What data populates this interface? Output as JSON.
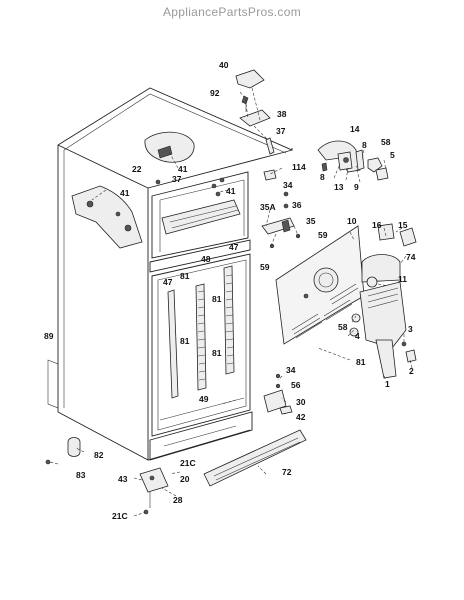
{
  "watermark": "AppliancePartsPros.com",
  "labels": [
    {
      "id": "40",
      "text": "40"
    },
    {
      "id": "92",
      "text": "92"
    },
    {
      "id": "38",
      "text": "38"
    },
    {
      "id": "37a",
      "text": "37"
    },
    {
      "id": "14",
      "text": "14"
    },
    {
      "id": "58a",
      "text": "58"
    },
    {
      "id": "8a",
      "text": "8"
    },
    {
      "id": "5",
      "text": "5"
    },
    {
      "id": "8b",
      "text": "8"
    },
    {
      "id": "13",
      "text": "13"
    },
    {
      "id": "9",
      "text": "9"
    },
    {
      "id": "41a",
      "text": "41"
    },
    {
      "id": "22",
      "text": "22"
    },
    {
      "id": "37b",
      "text": "37"
    },
    {
      "id": "114",
      "text": "114"
    },
    {
      "id": "41b",
      "text": "41"
    },
    {
      "id": "41c",
      "text": "41"
    },
    {
      "id": "34a",
      "text": "34"
    },
    {
      "id": "36",
      "text": "36"
    },
    {
      "id": "35A",
      "text": "35A"
    },
    {
      "id": "35",
      "text": "35"
    },
    {
      "id": "10",
      "text": "10"
    },
    {
      "id": "15",
      "text": "15"
    },
    {
      "id": "16",
      "text": "16"
    },
    {
      "id": "59a",
      "text": "59"
    },
    {
      "id": "59b",
      "text": "59"
    },
    {
      "id": "74",
      "text": "74"
    },
    {
      "id": "47a",
      "text": "47"
    },
    {
      "id": "48",
      "text": "48"
    },
    {
      "id": "81a",
      "text": "81"
    },
    {
      "id": "47b",
      "text": "47"
    },
    {
      "id": "11",
      "text": "11"
    },
    {
      "id": "81b",
      "text": "81"
    },
    {
      "id": "58b",
      "text": "58"
    },
    {
      "id": "3",
      "text": "3"
    },
    {
      "id": "4",
      "text": "4"
    },
    {
      "id": "89",
      "text": "89"
    },
    {
      "id": "81c",
      "text": "81"
    },
    {
      "id": "81d",
      "text": "81"
    },
    {
      "id": "81e",
      "text": "81"
    },
    {
      "id": "2",
      "text": "2"
    },
    {
      "id": "1",
      "text": "1"
    },
    {
      "id": "34b",
      "text": "34"
    },
    {
      "id": "56",
      "text": "56"
    },
    {
      "id": "49",
      "text": "49"
    },
    {
      "id": "30",
      "text": "30"
    },
    {
      "id": "42",
      "text": "42"
    },
    {
      "id": "82",
      "text": "82"
    },
    {
      "id": "83",
      "text": "83"
    },
    {
      "id": "21Ca",
      "text": "21C"
    },
    {
      "id": "72",
      "text": "72"
    },
    {
      "id": "43",
      "text": "43"
    },
    {
      "id": "20",
      "text": "20"
    },
    {
      "id": "28",
      "text": "28"
    },
    {
      "id": "21Cb",
      "text": "21C"
    }
  ]
}
